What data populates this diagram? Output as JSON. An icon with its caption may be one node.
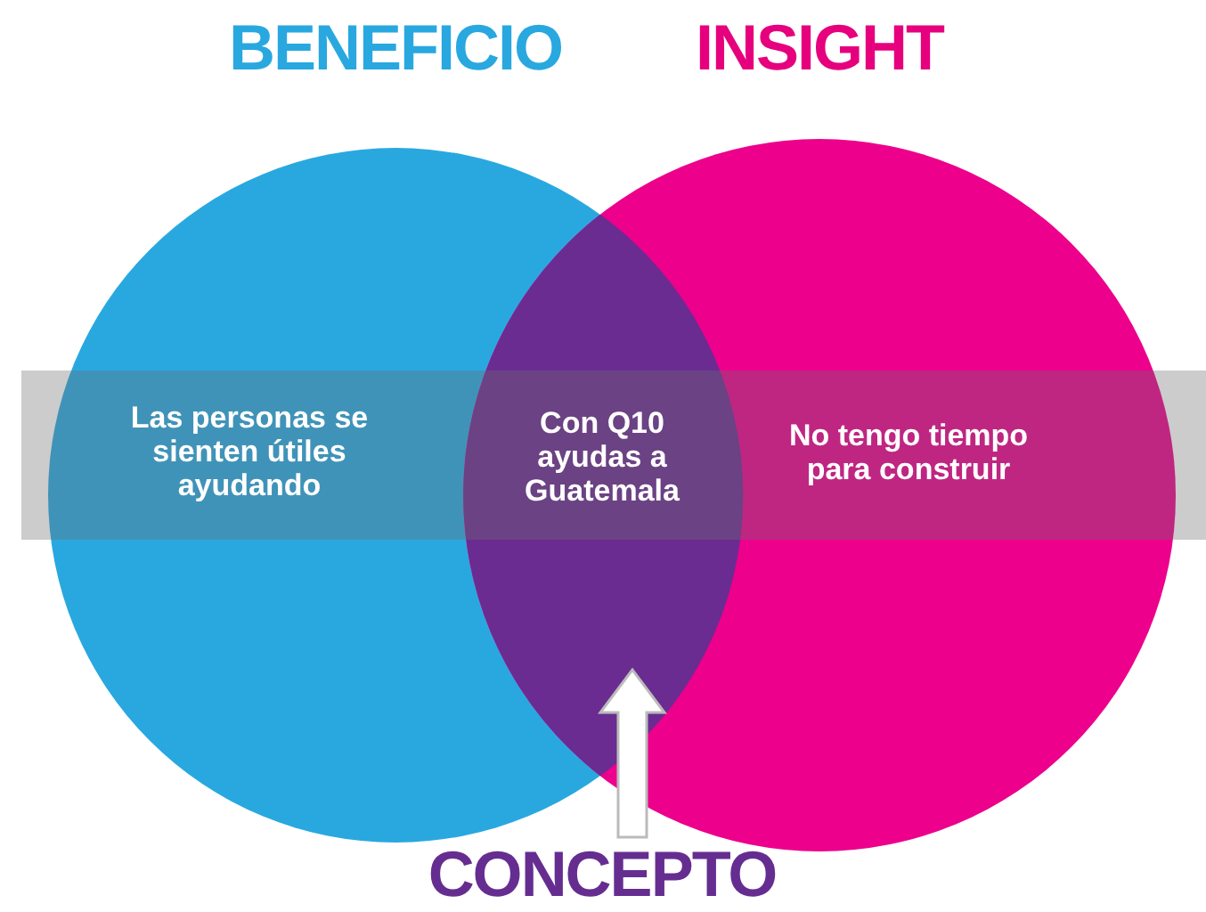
{
  "diagram": {
    "nodes": [
      {
        "text": [
          "BENEFICIO",
          "Las personas se sienten útiles ayudando"
        ]
      },
      {
        "text": [
          "INSIGHT",
          "No tengo tiempo para construir"
        ]
      },
      {
        "text": [
          "Con Q10 ayudas a Guatemala"
        ]
      },
      {
        "text": [
          "CONCEPTO"
        ]
      }
    ],
    "edges": [
      {
        "from": 3,
        "to": 2,
        "arrow": "to"
      }
    ]
  }
}
